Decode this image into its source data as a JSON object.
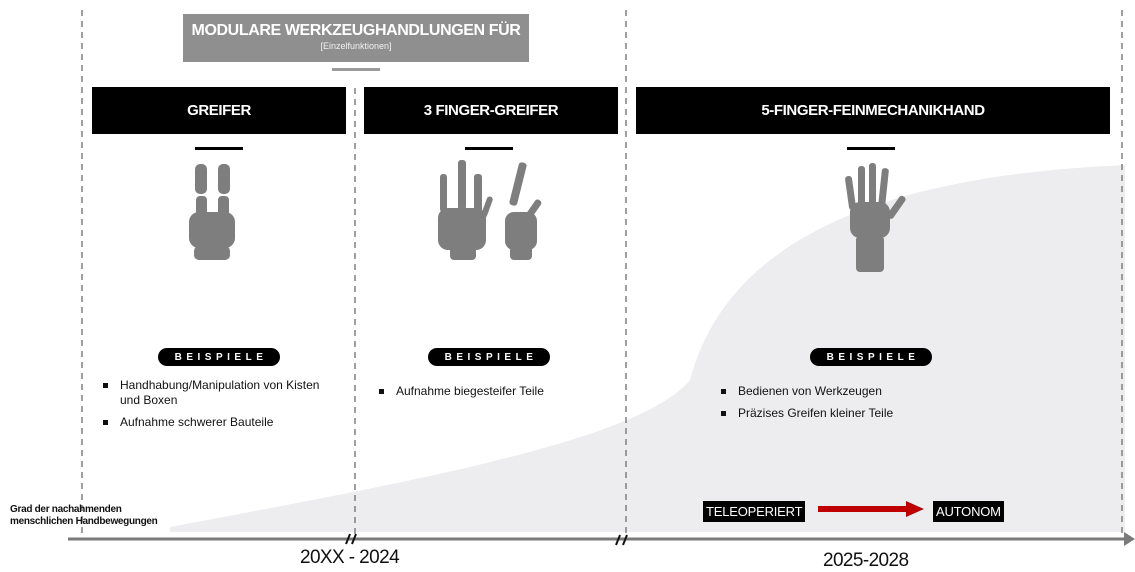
{
  "title": {
    "main": "MODULARE WERKZEUGHANDLUNGEN FÜR",
    "sub": "[Einzelfunktionen]"
  },
  "columns": [
    {
      "header": "GREIFER",
      "examples_label": "BEISPIELE",
      "examples": [
        "Handhabung/Manipulation von Kisten und Boxen",
        "Aufnahme schwerer Bauteile"
      ]
    },
    {
      "header": "3 FINGER-GREIFER",
      "examples_label": "BEISPIELE",
      "examples": [
        "Aufnahme biegesteifer Teile"
      ]
    },
    {
      "header": "5-FINGER-FEINMECHANIKHAND",
      "examples_label": "BEISPIELE",
      "examples": [
        "Bedienen von Werkzeugen",
        "Präzises Greifen kleiner Teile"
      ]
    }
  ],
  "axis": {
    "label": "Grad der nachahmenden menschlichen Handbewegungen"
  },
  "periods": [
    "20XX - 2024",
    "2025-2028"
  ],
  "transition": {
    "from": "TELEOPERIERT",
    "to": "AUTONOM"
  },
  "colors": {
    "arrow": "#c00000",
    "curve_fill": "#ededf0",
    "title_box": "#8f8f8f"
  }
}
